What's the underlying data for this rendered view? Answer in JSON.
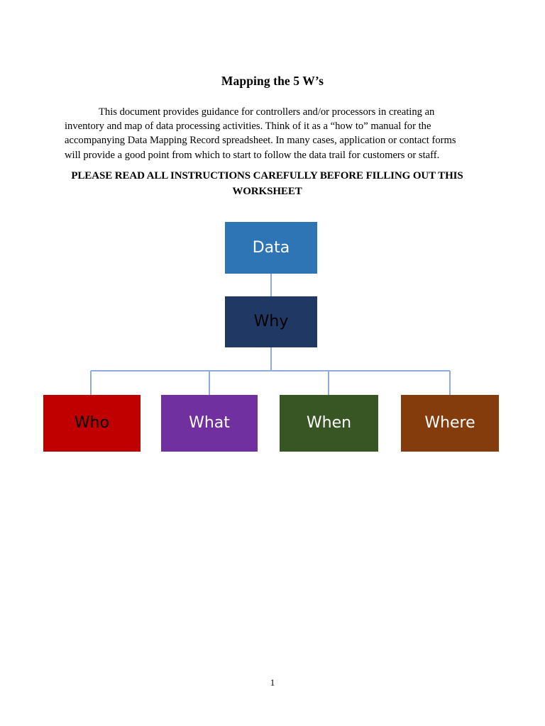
{
  "document": {
    "title": "Mapping the 5 W’s",
    "paragraph": "This document provides guidance for controllers and/or processors in creating an inventory and map of data processing activities. Think of it as a “how to” manual for the accompanying Data Mapping Record spreadsheet. In many cases, application or contact forms will provide a good point from which to start to follow the data trail for customers or staff.",
    "notice": "PLEASE READ ALL INSTRUCTIONS CAREFULLY BEFORE FILLING OUT THIS WORKSHEET",
    "page_number": "1"
  },
  "diagram": {
    "connector_color": "#8FAADC",
    "nodes": {
      "data": {
        "label": "Data",
        "fill": "#2E75B6",
        "text_color": "#FFFFFF"
      },
      "why": {
        "label": "Why",
        "fill": "#1F3864",
        "text_color": "#000000"
      },
      "who": {
        "label": "Who",
        "fill": "#C00000",
        "text_color": "#000000"
      },
      "what": {
        "label": "What",
        "fill": "#7030A0",
        "text_color": "#FFFFFF"
      },
      "when": {
        "label": "When",
        "fill": "#375623",
        "text_color": "#FFFFFF"
      },
      "where": {
        "label": "Where",
        "fill": "#843C0C",
        "text_color": "#FFFFFF"
      }
    }
  }
}
